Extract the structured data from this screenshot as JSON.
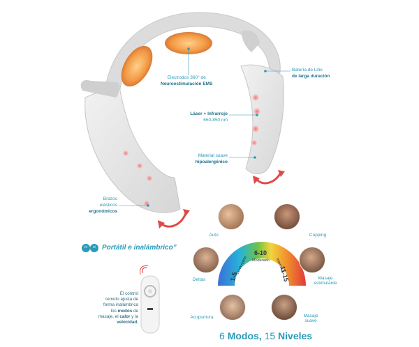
{
  "labels": {
    "electrodes": {
      "line1": "Electrodos 360° de",
      "line2": "Neuroestimulación EMS"
    },
    "battery": {
      "line1": "Batería de Litio",
      "line2": "de larga duración"
    },
    "laser": {
      "line1": "Láser + Infrarrojo",
      "line2": "650-850 nm"
    },
    "material": {
      "line1": "Material suave",
      "line2": "hipoalergénico"
    },
    "arms": {
      "line1": "Brazos",
      "line2": "elásticos",
      "line3": "ergonómicos"
    }
  },
  "tagline": "Portátil e inalámbrico”",
  "remote": {
    "line1": "El control",
    "line2": "remoto ajusta de",
    "line3": "forma inalámbrica",
    "line4_pre": "los ",
    "line4_bold": "modos",
    "line4_post": " de",
    "line5_pre": "masaje, el ",
    "line5_bold": "calor",
    "line5_post": " y la",
    "line6": "velocidad."
  },
  "modes": {
    "auto": "Auto",
    "cupping": "Cupping",
    "deltas": "Deltas",
    "masaje_estimulante": {
      "line1": "Masaje",
      "line2": "estimulante"
    },
    "acupuntura": "Acupuntura",
    "masaje_suave": {
      "line1": "Masaje",
      "line2": "suave"
    }
  },
  "levels": {
    "low": {
      "range": "1-5",
      "name": "Confortable"
    },
    "mid": {
      "range": "6-10",
      "name": "Moderado"
    },
    "high": {
      "range": "11-15",
      "name": "Intensivo"
    }
  },
  "summary": {
    "modes_num": "6",
    "modes_word": "Modos,",
    "levels_num": "15",
    "levels_word": "Niveles"
  },
  "colors": {
    "accent": "#2a9ab8",
    "arrow": "#e04848",
    "pad": "#f29a4a"
  }
}
